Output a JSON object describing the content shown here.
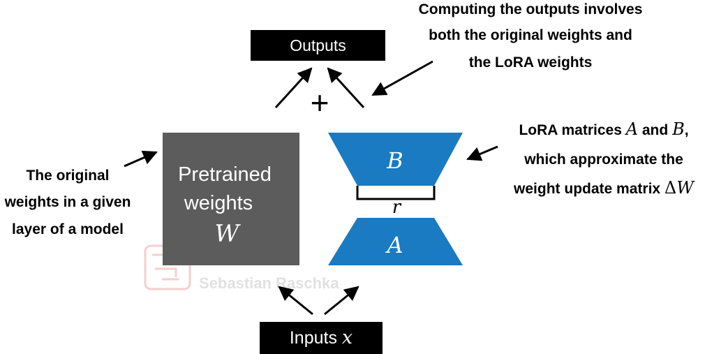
{
  "outputs_label": "Outputs",
  "plus_sign": "+",
  "pretrained": {
    "line1": "Pretrained",
    "line2": "weights",
    "symbol": "W"
  },
  "lora_b_label": "B",
  "lora_a_label": "A",
  "rank_label": "r",
  "inputs": {
    "text": "Inputs ",
    "symbol": "x"
  },
  "annotations": {
    "top_right": [
      "Computing the outputs involves",
      "both the original weights and",
      "the LoRA weights"
    ],
    "left": [
      "The original",
      "weights in a given",
      "layer of a model"
    ],
    "right": {
      "line1_prefix": "LoRA matrices ",
      "line1_a": "A",
      "line1_mid": " and ",
      "line1_b": "B",
      "line1_suffix": ",",
      "line2": "which approximate the",
      "line3_prefix": "weight update matrix ",
      "line3_delta": "Δ",
      "line3_w": "W"
    }
  },
  "watermark": "Sebastian Raschka",
  "colors": {
    "lora_blue": "#1a7ac2",
    "pretrained_gray": "#5c5c5c",
    "box_black": "#000000",
    "watermark": "#e8a8a8"
  }
}
